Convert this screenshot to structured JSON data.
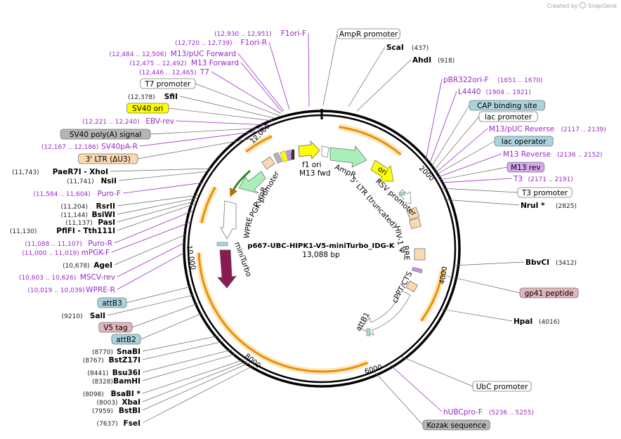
{
  "credit": {
    "text": "Created by",
    "brand": "SnapGene"
  },
  "plasmid": {
    "name": "p667-UBC-HIPK1-V5-miniTurbo_IDG-K",
    "size": "13,088 bp"
  },
  "ticks": [
    "2000",
    "4000",
    "6000",
    "8000",
    "10,000",
    "12,000"
  ],
  "colors": {
    "primer": "#9a28c8",
    "backbone": "#000000",
    "orange": "#e8900a",
    "yellow": "#ffff00",
    "green": "#a8f0b8"
  },
  "left_labels": [
    {
      "kind": "purple",
      "pos": "(12,930 .. 12,951)",
      "name": "F1ori-F"
    },
    {
      "kind": "purple",
      "pos": "(12,720 .. 12,739)",
      "name": "F1ori-R"
    },
    {
      "kind": "purple",
      "pos": "(12,484 .. 12,506)",
      "name": "M13/pUC Forward"
    },
    {
      "kind": "purple",
      "pos": "(12,475 .. 12,492)",
      "name": "M13 Forward"
    },
    {
      "kind": "purple",
      "pos": "(12,446 .. 12,465)",
      "name": "T7"
    },
    {
      "kind": "box",
      "name": "T7 promoter",
      "color": "#ffffff"
    },
    {
      "kind": "site",
      "pos": "(12,378)",
      "name": "SfiI"
    },
    {
      "kind": "box",
      "name": "SV40 ori",
      "color": "#ffff00"
    },
    {
      "kind": "purple",
      "pos": "(12,221 .. 12,240)",
      "name": "EBV-rev"
    },
    {
      "kind": "box",
      "name": "SV40 poly(A) signal",
      "color": "#b4b4b4"
    },
    {
      "kind": "purple",
      "pos": "(12,167 .. 12,186)",
      "name": "SV40pA-R"
    },
    {
      "kind": "box",
      "name": "3' LTR (ΔU3)",
      "color": "#fbd9b0"
    },
    {
      "kind": "site",
      "pos": "(11,743)",
      "name": "PaeR7I  - XhoI"
    },
    {
      "kind": "site",
      "pos": "(11,741)",
      "name": "NsiI"
    },
    {
      "kind": "purple",
      "pos": "(11,584 .. 11,604)",
      "name": "Puro-F"
    },
    {
      "kind": "site",
      "pos": "(11,204)",
      "name": "RsrII"
    },
    {
      "kind": "site",
      "pos": "(11,144)",
      "name": "BsiWI"
    },
    {
      "kind": "site",
      "pos": "(11,137)",
      "name": "PasI"
    },
    {
      "kind": "site",
      "pos": "(11,130)",
      "name": "PflFI  - Tth111I"
    },
    {
      "kind": "purple",
      "pos": "(11,088 .. 11,107)",
      "name": "Puro-R"
    },
    {
      "kind": "purple",
      "pos": "(11,000 .. 11,019)",
      "name": "mPGK-F"
    },
    {
      "kind": "site",
      "pos": "(10,678)",
      "name": "AgeI"
    },
    {
      "kind": "purple",
      "pos": "(10,603 .. 10,626)",
      "name": "MSCV-rev"
    },
    {
      "kind": "purple",
      "pos": "(10,019 .. 10,039)",
      "name": "WPRE-R"
    },
    {
      "kind": "box",
      "name": "attB3",
      "color": "#a9d4de"
    },
    {
      "kind": "site",
      "pos": "(9210)",
      "name": "SalI"
    },
    {
      "kind": "box",
      "name": "V5 tag",
      "color": "#e2b4bc"
    },
    {
      "kind": "box",
      "name": "attB2",
      "color": "#a9d4de"
    },
    {
      "kind": "site",
      "pos": "(8770)",
      "name": "SnaBI"
    },
    {
      "kind": "site",
      "pos": "(8767)",
      "name": "BstZ17I"
    },
    {
      "kind": "site",
      "pos": "(8441)",
      "name": "Bsu36I"
    },
    {
      "kind": "site",
      "pos": "(8328)",
      "name": "BamHI"
    },
    {
      "kind": "site",
      "pos": "(8098)",
      "name": "BsaBI *"
    },
    {
      "kind": "site",
      "pos": "(8003)",
      "name": "XbaI"
    },
    {
      "kind": "site",
      "pos": "(7959)",
      "name": "BstBI"
    },
    {
      "kind": "site",
      "pos": "(7637)",
      "name": "FseI"
    }
  ],
  "right_labels": [
    {
      "kind": "box",
      "name": "AmpR promoter",
      "color": "#ffffff"
    },
    {
      "kind": "site",
      "name": "ScaI",
      "pos": "(437)"
    },
    {
      "kind": "site",
      "name": "AhdI",
      "pos": "(918)"
    },
    {
      "kind": "purple",
      "name": "pBR322ori-F",
      "pos": "(1651 .. 1670)"
    },
    {
      "kind": "purple",
      "name": "L4440",
      "pos": "(1904 .. 1921)"
    },
    {
      "kind": "box",
      "name": "CAP binding site",
      "color": "#a9d4de"
    },
    {
      "kind": "box",
      "name": "lac promoter",
      "color": "#ffffff"
    },
    {
      "kind": "purple",
      "name": "M13/pUC Reverse",
      "pos": "(2117 .. 2139)"
    },
    {
      "kind": "box",
      "name": "lac operator",
      "color": "#a9d4de"
    },
    {
      "kind": "purple",
      "name": "M13 Reverse",
      "pos": "(2136 .. 2152)"
    },
    {
      "kind": "box",
      "name": "M13 rev",
      "color": "#d7a8ee"
    },
    {
      "kind": "purple",
      "name": "T3",
      "pos": "(2171 .. 2191)"
    },
    {
      "kind": "box",
      "name": "T3 promoter",
      "color": "#ffffff"
    },
    {
      "kind": "site",
      "name": "NruI *",
      "pos": "(2825)"
    },
    {
      "kind": "site",
      "name": "BbvCI",
      "pos": "(3412)"
    },
    {
      "kind": "box",
      "name": "gp41 peptide",
      "color": "#e2b4bc"
    },
    {
      "kind": "site",
      "name": "HpaI",
      "pos": "(4016)"
    },
    {
      "kind": "box",
      "name": "UbC promoter",
      "color": "#ffffff"
    },
    {
      "kind": "purple",
      "name": "hUBCpro-F",
      "pos": "(5236 .. 5255)"
    },
    {
      "kind": "box",
      "name": "Kozak sequence",
      "color": "#b4b4b4"
    }
  ],
  "features": [
    "f1 ori",
    "M13 fwd",
    "AmpR",
    "ori",
    "RSV promoter",
    "5' LTR (truncated)",
    "HIV-1 Ψ",
    "RRE",
    "cPPT/CTS",
    "attB1",
    "PuroR",
    "PGK promoter",
    "WPRE",
    "miniTurbo"
  ]
}
